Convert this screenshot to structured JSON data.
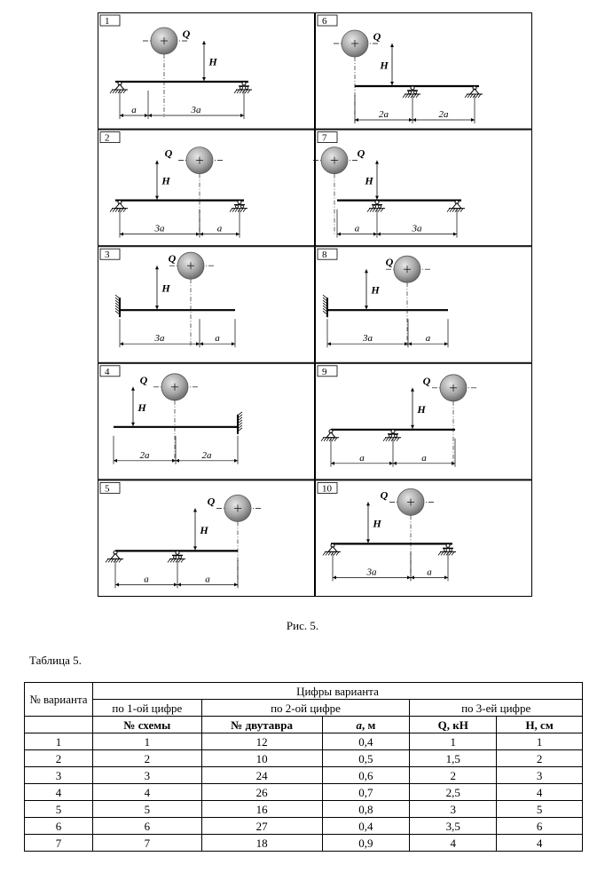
{
  "figure": {
    "caption": "Рис. 5.",
    "load_label": "Q",
    "height_label": "H",
    "panels": [
      {
        "number": "1",
        "spans": [
          "a",
          "3a"
        ]
      },
      {
        "number": "6",
        "spans": [
          "2a",
          "2a"
        ]
      },
      {
        "number": "2",
        "spans": [
          "3a",
          "a"
        ]
      },
      {
        "number": "7",
        "spans": [
          "a",
          "3a"
        ]
      },
      {
        "number": "3",
        "spans": [
          "3a",
          "a"
        ]
      },
      {
        "number": "8",
        "spans": [
          "3a",
          "a"
        ]
      },
      {
        "number": "4",
        "spans": [
          "2a",
          "2a"
        ]
      },
      {
        "number": "9",
        "spans": [
          "a",
          "a"
        ]
      },
      {
        "number": "5",
        "spans": [
          "a",
          "a"
        ]
      },
      {
        "number": "10",
        "spans": [
          "3a",
          "a"
        ]
      }
    ]
  },
  "table": {
    "title": "Таблица 5.",
    "header": {
      "variant": "№ варианта",
      "group": "Цифры варианта",
      "digit1": "по 1-ой цифре",
      "digit2": "по 2-ой цифре",
      "digit3": "по 3-ей цифре",
      "col_scheme": "№ схемы",
      "col_beam": "№ двутавра",
      "col_a_sym": "a",
      "col_a_unit": ", м",
      "col_q": "Q, кН",
      "col_h": "H, см"
    },
    "rows": [
      [
        "1",
        "1",
        "12",
        "0,4",
        "1",
        "1"
      ],
      [
        "2",
        "2",
        "10",
        "0,5",
        "1,5",
        "2"
      ],
      [
        "3",
        "3",
        "24",
        "0,6",
        "2",
        "3"
      ],
      [
        "4",
        "4",
        "26",
        "0,7",
        "2,5",
        "4"
      ],
      [
        "5",
        "5",
        "16",
        "0,8",
        "3",
        "5"
      ],
      [
        "6",
        "6",
        "27",
        "0,4",
        "3,5",
        "6"
      ],
      [
        "7",
        "7",
        "18",
        "0,9",
        "4",
        "4"
      ]
    ]
  }
}
